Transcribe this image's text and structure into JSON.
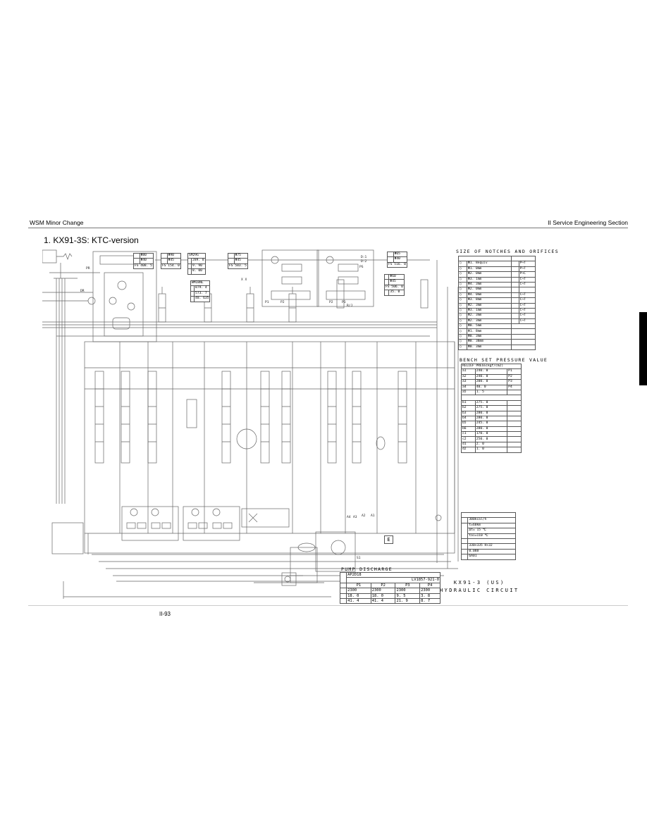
{
  "header": {
    "left": "WSM Minor Change",
    "right": "II Service Engineering Section"
  },
  "section": {
    "title": "1.  KX91-3S: KTC-version"
  },
  "footer": {
    "page_number": "II-93"
  },
  "diagram": {
    "title_line1": "KX91-3 (US)",
    "title_line2": "HYDRAULIC CIRCUIT",
    "labels": {
      "pr": "PR",
      "dr": "DR",
      "p1": "P1",
      "p2": "P2",
      "p3": "P3",
      "d1": "D:1",
      "d2": "D:2",
      "ps": "PS",
      "rj": "R/J",
      "xx": "X X",
      "a4": "A4",
      "a3": "A3",
      "a2": "A2",
      "a1": "A1",
      "e": "E",
      "s1": "S1"
    },
    "cylinder_boxes": [
      {
        "rows": [
          "Φ80",
          "Φ40"
        ],
        "fs": "FS 408. 5"
      },
      {
        "rows": [
          "Φ90",
          "Φ45"
        ],
        "fs": "FS 154. 0"
      },
      {
        "model": "SM29G",
        "rows": [
          "289. 8",
          "9. 90",
          "8. 00"
        ]
      },
      {
        "rows": [
          "Φ75",
          "Φ45"
        ],
        "fs": "FS 583. 5"
      }
    ],
    "travel_motor_box": {
      "model": "WM18NL",
      "rows": [
        "879. 4",
        "573. 7",
        "48. 635"
      ]
    },
    "right_cyl_boxes": [
      {
        "rows": [
          "Φ65",
          "Φ40"
        ],
        "fs": "FS 516. 0"
      },
      {
        "rows": [
          "Φ60",
          "Φ45"
        ],
        "fs": "FS 506. 0",
        "extra": "35. 0"
      }
    ]
  },
  "notches_table": {
    "title": "SIZE OF NOTCHES AND ORIFICES",
    "rows": [
      {
        "size": "Φ1. 8equiv",
        "dir": "P→T"
      },
      {
        "size": "Φ1. 0mm",
        "dir": "P→T"
      },
      {
        "size": "Φ2. 0mm",
        "dir": "P→C"
      },
      {
        "size": "Φ3. 1mm",
        "dir": "C→T"
      },
      {
        "size": "Φ4. 3mm",
        "dir": "C→T"
      },
      {
        "size": "Φ2. 0mm",
        "dir": ""
      },
      {
        "size": "Φ4. 0mm",
        "dir": "C→T"
      },
      {
        "size": "Φ3. 8mm",
        "dir": "C→T"
      },
      {
        "size": "Φ2. 3mm",
        "dir": "C→T"
      },
      {
        "size": "Φ3. 1mm",
        "dir": "C→T"
      },
      {
        "size": "Φ2. 3mm",
        "dir": "C→T"
      },
      {
        "size": "Φ2. 3mm",
        "dir": "C→T"
      },
      {
        "size": "Φ0. 5mm",
        "dir": ""
      },
      {
        "size": "Φ1. 8mm",
        "dir": ""
      },
      {
        "size": "Φ0. 3mm",
        "dir": ""
      },
      {
        "size": "Φ0. 38mm",
        "dir": ""
      },
      {
        "size": "Φ0. 3mm",
        "dir": ""
      }
    ]
  },
  "bench_table": {
    "title": "BENCH SET PRESSURE VALUE",
    "header": "RELIEF PRESS(kgf/cm2)",
    "rows": [
      {
        "id": "a1",
        "value": "240. 0",
        "port": "P1"
      },
      {
        "id": "a2",
        "value": "240. 0",
        "port": "P2"
      },
      {
        "id": "a3",
        "value": "200. 0",
        "port": "P3"
      },
      {
        "id": "a4",
        "value": "40. 0",
        "port": "P4"
      },
      {
        "id": "a5",
        "value": "1. 5",
        "port": ""
      },
      {
        "id": "b1",
        "value": "275. 0",
        "port": ""
      },
      {
        "id": "b2",
        "value": "275. 0",
        "port": ""
      },
      {
        "id": "b3",
        "value": "280. 0",
        "port": ""
      },
      {
        "id": "b4",
        "value": "280. 0",
        "port": ""
      },
      {
        "id": "b5",
        "value": "245. 0",
        "port": ""
      },
      {
        "id": "b6",
        "value": "280. 0",
        "port": ""
      },
      {
        "id": "c1",
        "value": "170. 0",
        "port": ""
      },
      {
        "id": "c2",
        "value": "250. 0",
        "port": ""
      },
      {
        "id": "d1",
        "value": "2. 0",
        "port": ""
      },
      {
        "id": "d2",
        "value": "1. 0",
        "port": ""
      }
    ]
  },
  "pump_table": {
    "title": "PUMP DISCHARGE",
    "model_line1": "AP2D18",
    "model_line2": "LV1857-921-0",
    "columns": [
      "P1",
      "P2",
      "P3",
      "P4"
    ],
    "rows": [
      {
        "values": [
          "2300",
          "2300",
          "2300",
          "2300"
        ]
      },
      {
        "values": [
          "18. 0",
          "18. 0",
          "9. 5",
          "3. 8"
        ]
      },
      {
        "values": [
          "41. 4",
          "41. 4",
          "21. 9",
          "8. 7"
        ]
      }
    ]
  },
  "oil_cooler_table": {
    "rows": [
      "300kcal/h",
      "t=60km",
      "Δt= 15 ℃",
      "tai=110 ℃",
      "",
      "330×335 H×32",
      "0.088",
      "6A01"
    ]
  },
  "colors": {
    "line": "#555555",
    "text": "#000000",
    "tab": "#000000"
  }
}
